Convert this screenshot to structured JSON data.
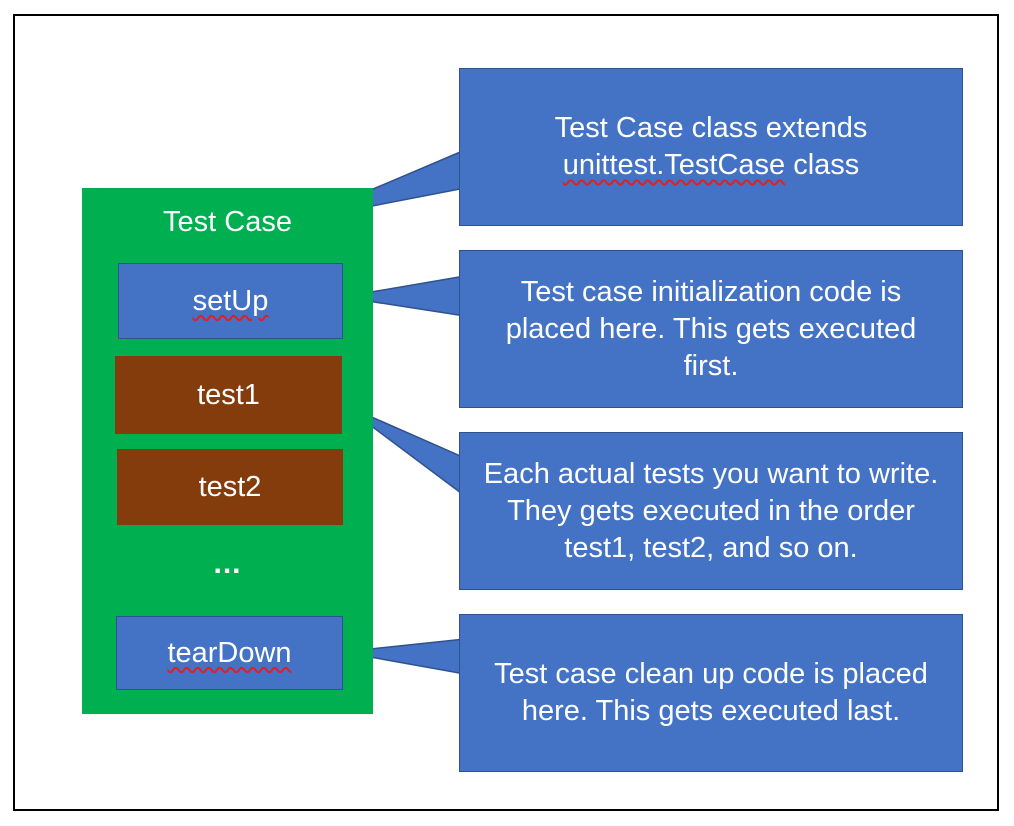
{
  "colors": {
    "green_panel": "#00b050",
    "blue_box": "#4472c4",
    "blue_border": "#2f528f",
    "brown_box": "#843c0c",
    "text": "#ffffff",
    "spellcheck_underline": "#e02020"
  },
  "panel": {
    "title": "Test Case",
    "items": [
      {
        "label": "setUp",
        "kind": "method"
      },
      {
        "label": "test1",
        "kind": "test"
      },
      {
        "label": "test2",
        "kind": "test"
      },
      {
        "label": "tearDown",
        "kind": "method"
      }
    ],
    "ellipsis": "..."
  },
  "callouts": [
    {
      "text_a": "Test Case class extends ",
      "text_b": "unittest.TestCase",
      "text_c": " class"
    },
    {
      "text": "Test case initialization code is placed here. This gets executed first."
    },
    {
      "text": "Each actual tests you want to write. They gets executed in the order test1, test2, and so on."
    },
    {
      "text": "Test case clean up code is placed here. This gets executed last."
    }
  ]
}
